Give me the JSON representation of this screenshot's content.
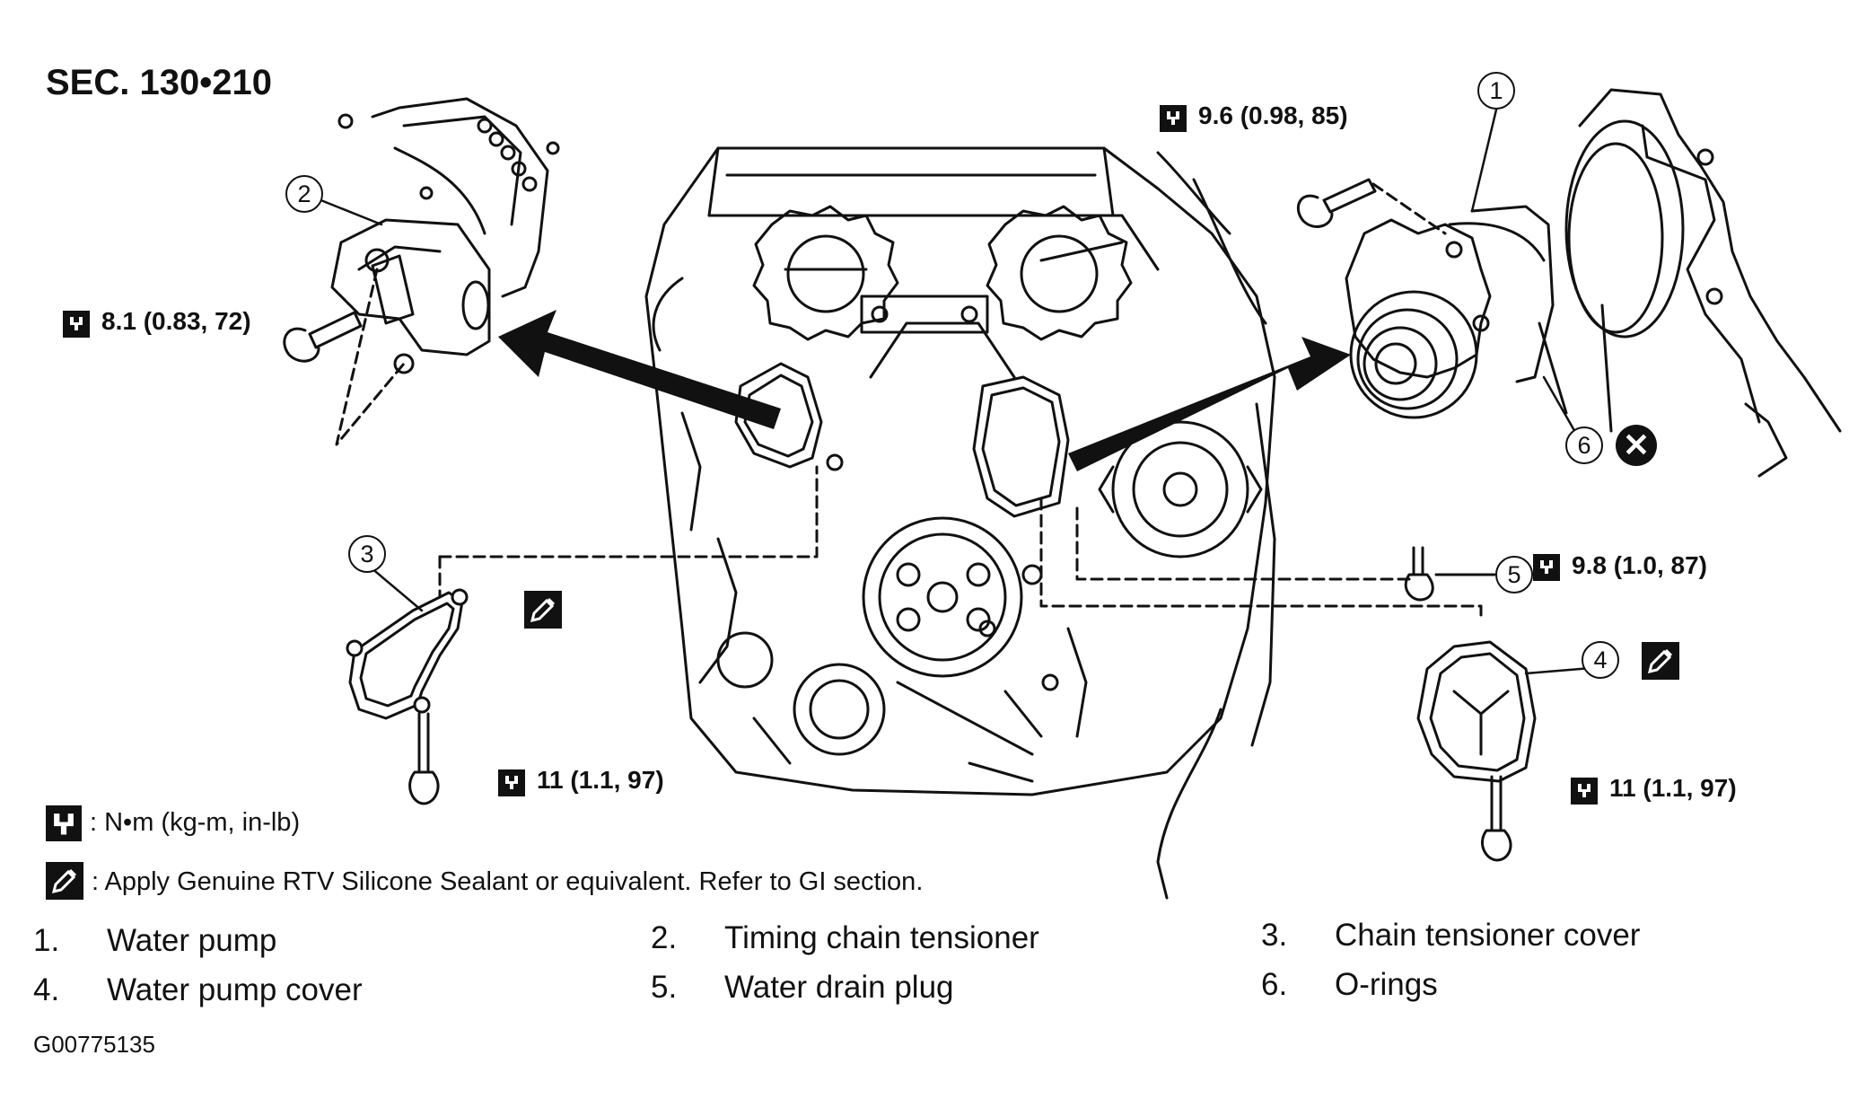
{
  "section_title": "SEC. 130•210",
  "torque_specs": {
    "water_pump_bolt": "9.6 (0.98, 85)",
    "tensioner_bolt": "8.1 (0.83, 72)",
    "drain_plug": "9.8 (1.0, 87)",
    "tensioner_cover_bolt": "11 (1.1, 97)",
    "pump_cover_bolt": "11 (1.1, 97)"
  },
  "callouts": [
    "1",
    "2",
    "3",
    "4",
    "5",
    "6"
  ],
  "legend": {
    "torque_unit": ": N•m  (kg-m,  in-lb)",
    "sealant_note": ": Apply Genuine RTV Silicone Sealant or equivalent. Refer to GI section."
  },
  "parts": [
    {
      "num": "1.",
      "name": "Water pump"
    },
    {
      "num": "2.",
      "name": "Timing chain tensioner"
    },
    {
      "num": "3.",
      "name": "Chain tensioner cover"
    },
    {
      "num": "4.",
      "name": "Water pump cover"
    },
    {
      "num": "5.",
      "name": "Water drain plug"
    },
    {
      "num": "6.",
      "name": "O-rings"
    }
  ],
  "figure_code": "G00775135",
  "icons": {
    "torque": "torque-wrench-icon",
    "sealant": "sealant-icon",
    "do_not_reuse": "do-not-reuse-icon"
  }
}
